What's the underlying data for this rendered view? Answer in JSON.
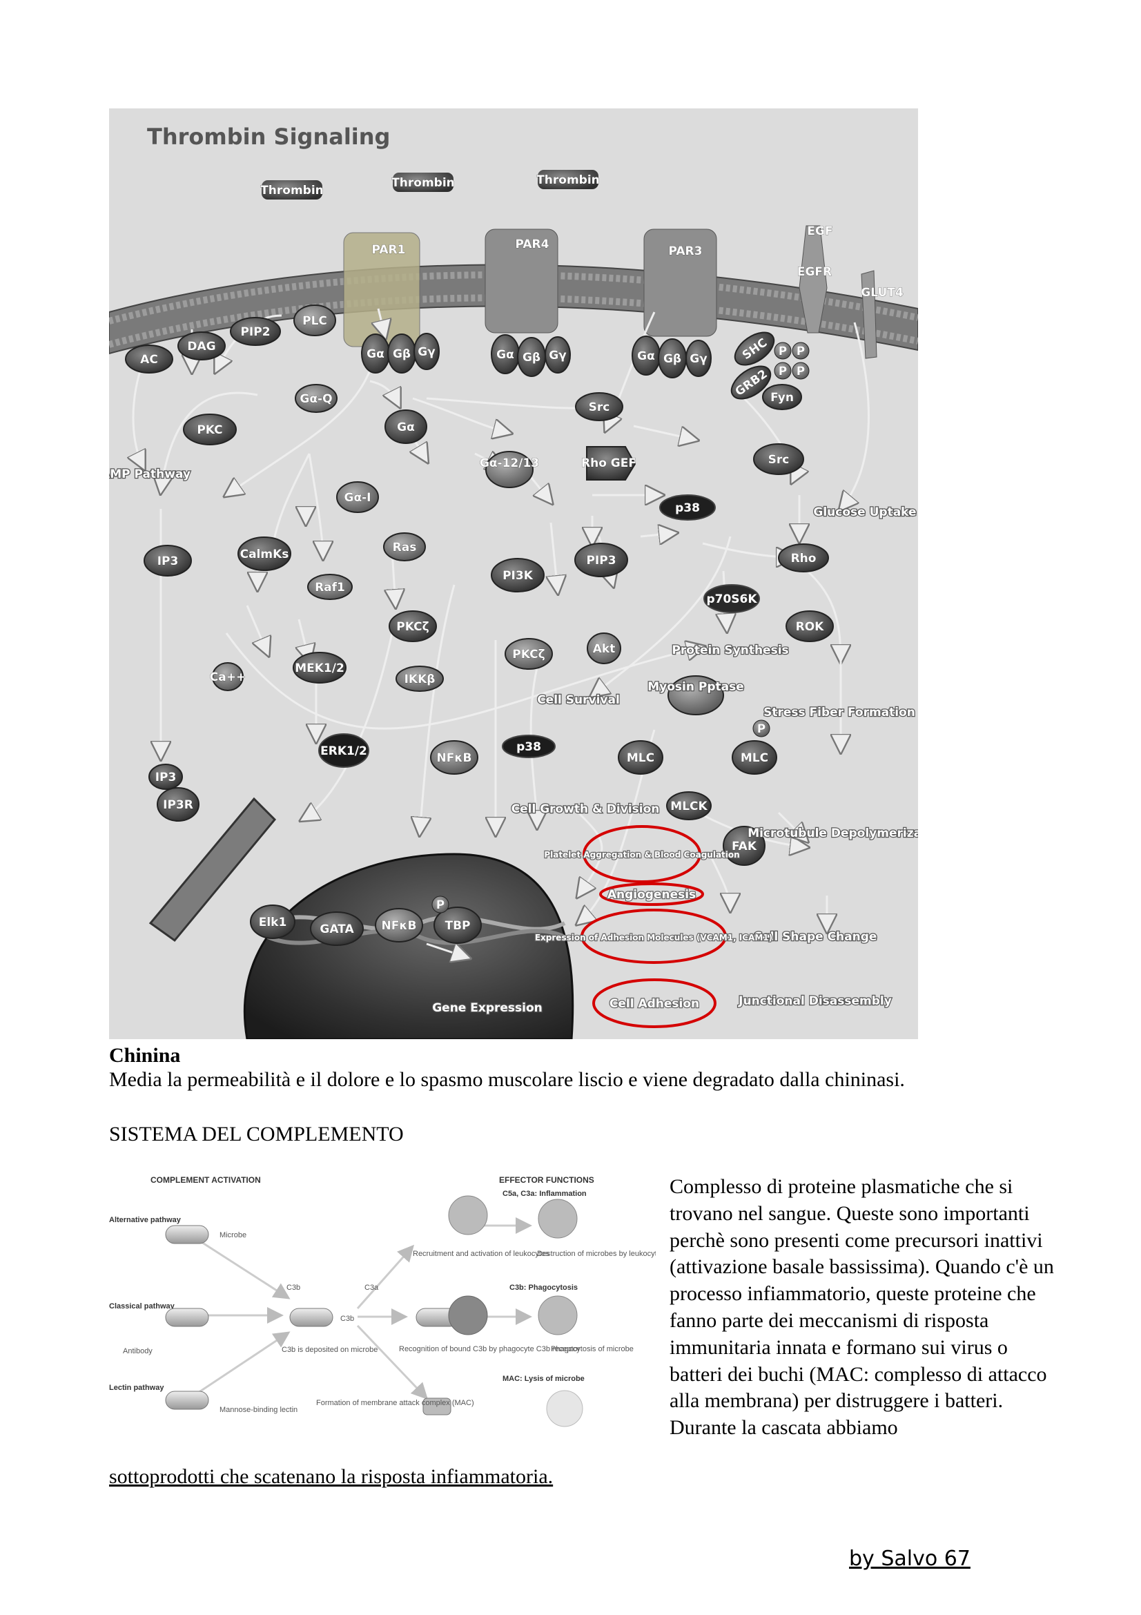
{
  "figure1": {
    "title": "Thrombin Signaling",
    "receptors": [
      "Thrombin",
      "Thrombin",
      "Thrombin",
      "PAR1",
      "PAR4",
      "PAR3",
      "EGF",
      "EGFR",
      "GLUT4"
    ],
    "nodes": [
      "AC",
      "DAG",
      "PIP2",
      "PLC",
      "Gα",
      "Gβ",
      "Gγ",
      "Gα",
      "Gβ",
      "Gγ",
      "Gα",
      "Gβ",
      "Gγ",
      "SHC",
      "GRB2",
      "Fyn",
      "P",
      "P",
      "P",
      "P",
      "Gα-Q",
      "Gα",
      "Src",
      "PKC",
      "Gα-12/13",
      "Rho GEF",
      "Src",
      "Gα-I",
      "p38",
      "Ras",
      "PI3K",
      "PIP3",
      "Rho",
      "IP3",
      "CalmKs",
      "Raf1",
      "p70S6K",
      "PKCζ",
      "PKCζ",
      "Akt",
      "ROK",
      "MEK1/2",
      "IKKβ",
      "Ca++",
      "ERK1/2",
      "NFκB",
      "p38",
      "MLC",
      "MLC",
      "P",
      "MLCK",
      "FAK",
      "IP3",
      "IP3R",
      "Elk1",
      "GATA",
      "NFκB",
      "TBP",
      "P",
      "Myosin Pptase"
    ],
    "labels": [
      "cAMP Pathway",
      "Glucose Uptake",
      "Protein Synthesis",
      "Cell Survival",
      "Stress Fiber Formation",
      "Cell Growth & Division",
      "Microtubule Depolymerization",
      "Cell Shape Change",
      "Junctional Disassembly",
      "Gene Expression"
    ],
    "outcomes": [
      "Platelet Aggregation & Blood Coagulation",
      "Angiogenesis",
      "Expression of Adhesion Molecules (VCAM1, ICAM1)",
      "Cell Adhesion"
    ],
    "highlight_color": "#d40000"
  },
  "chinina": {
    "heading": "Chinina",
    "text": "Media la permeabilità e il dolore e lo spasmo muscolare liscio e viene degradato dalla chininasi."
  },
  "complement": {
    "heading": "SISTEMA DEL COMPLEMENTO",
    "figure": {
      "activation_title": "COMPLEMENT ACTIVATION",
      "effector_title": "EFFECTOR FUNCTIONS",
      "pathways": [
        "Alternative pathway",
        "Classical pathway",
        "Lectin pathway"
      ],
      "labels": [
        "Microbe",
        "Antibody",
        "Mannose-binding lectin",
        "C3b",
        "C3b",
        "C3b is deposited on microbe",
        "C3a",
        "C5a, C3a: Inflammation",
        "Recruitment and activation of leukocytes",
        "Destruction of microbes by leukocytes",
        "C3b: Phagocytosis",
        "Recognition of bound C3b by phagocyte C3b receptor",
        "Phagocytosis of microbe",
        "MAC: Lysis of microbe",
        "Formation of membrane attack complex (MAC)"
      ]
    },
    "paragraph": "Complesso di proteine plasmatiche che si trovano nel sangue. Queste sono importanti perchè sono presenti come precursori inattivi (attivazione basale bassissima). Quando c'è un processo infiammatorio, queste proteine che fanno parte dei meccanismi di risposta immunitaria innata e formano sui virus o batteri dei buchi (MAC: complesso di attacco alla membrana) per distruggere i batteri. Durante la cascata abbiamo",
    "continuation": "sottoprodotti che scatenano la risposta infiammatoria."
  },
  "footer": "by Salvo 67"
}
